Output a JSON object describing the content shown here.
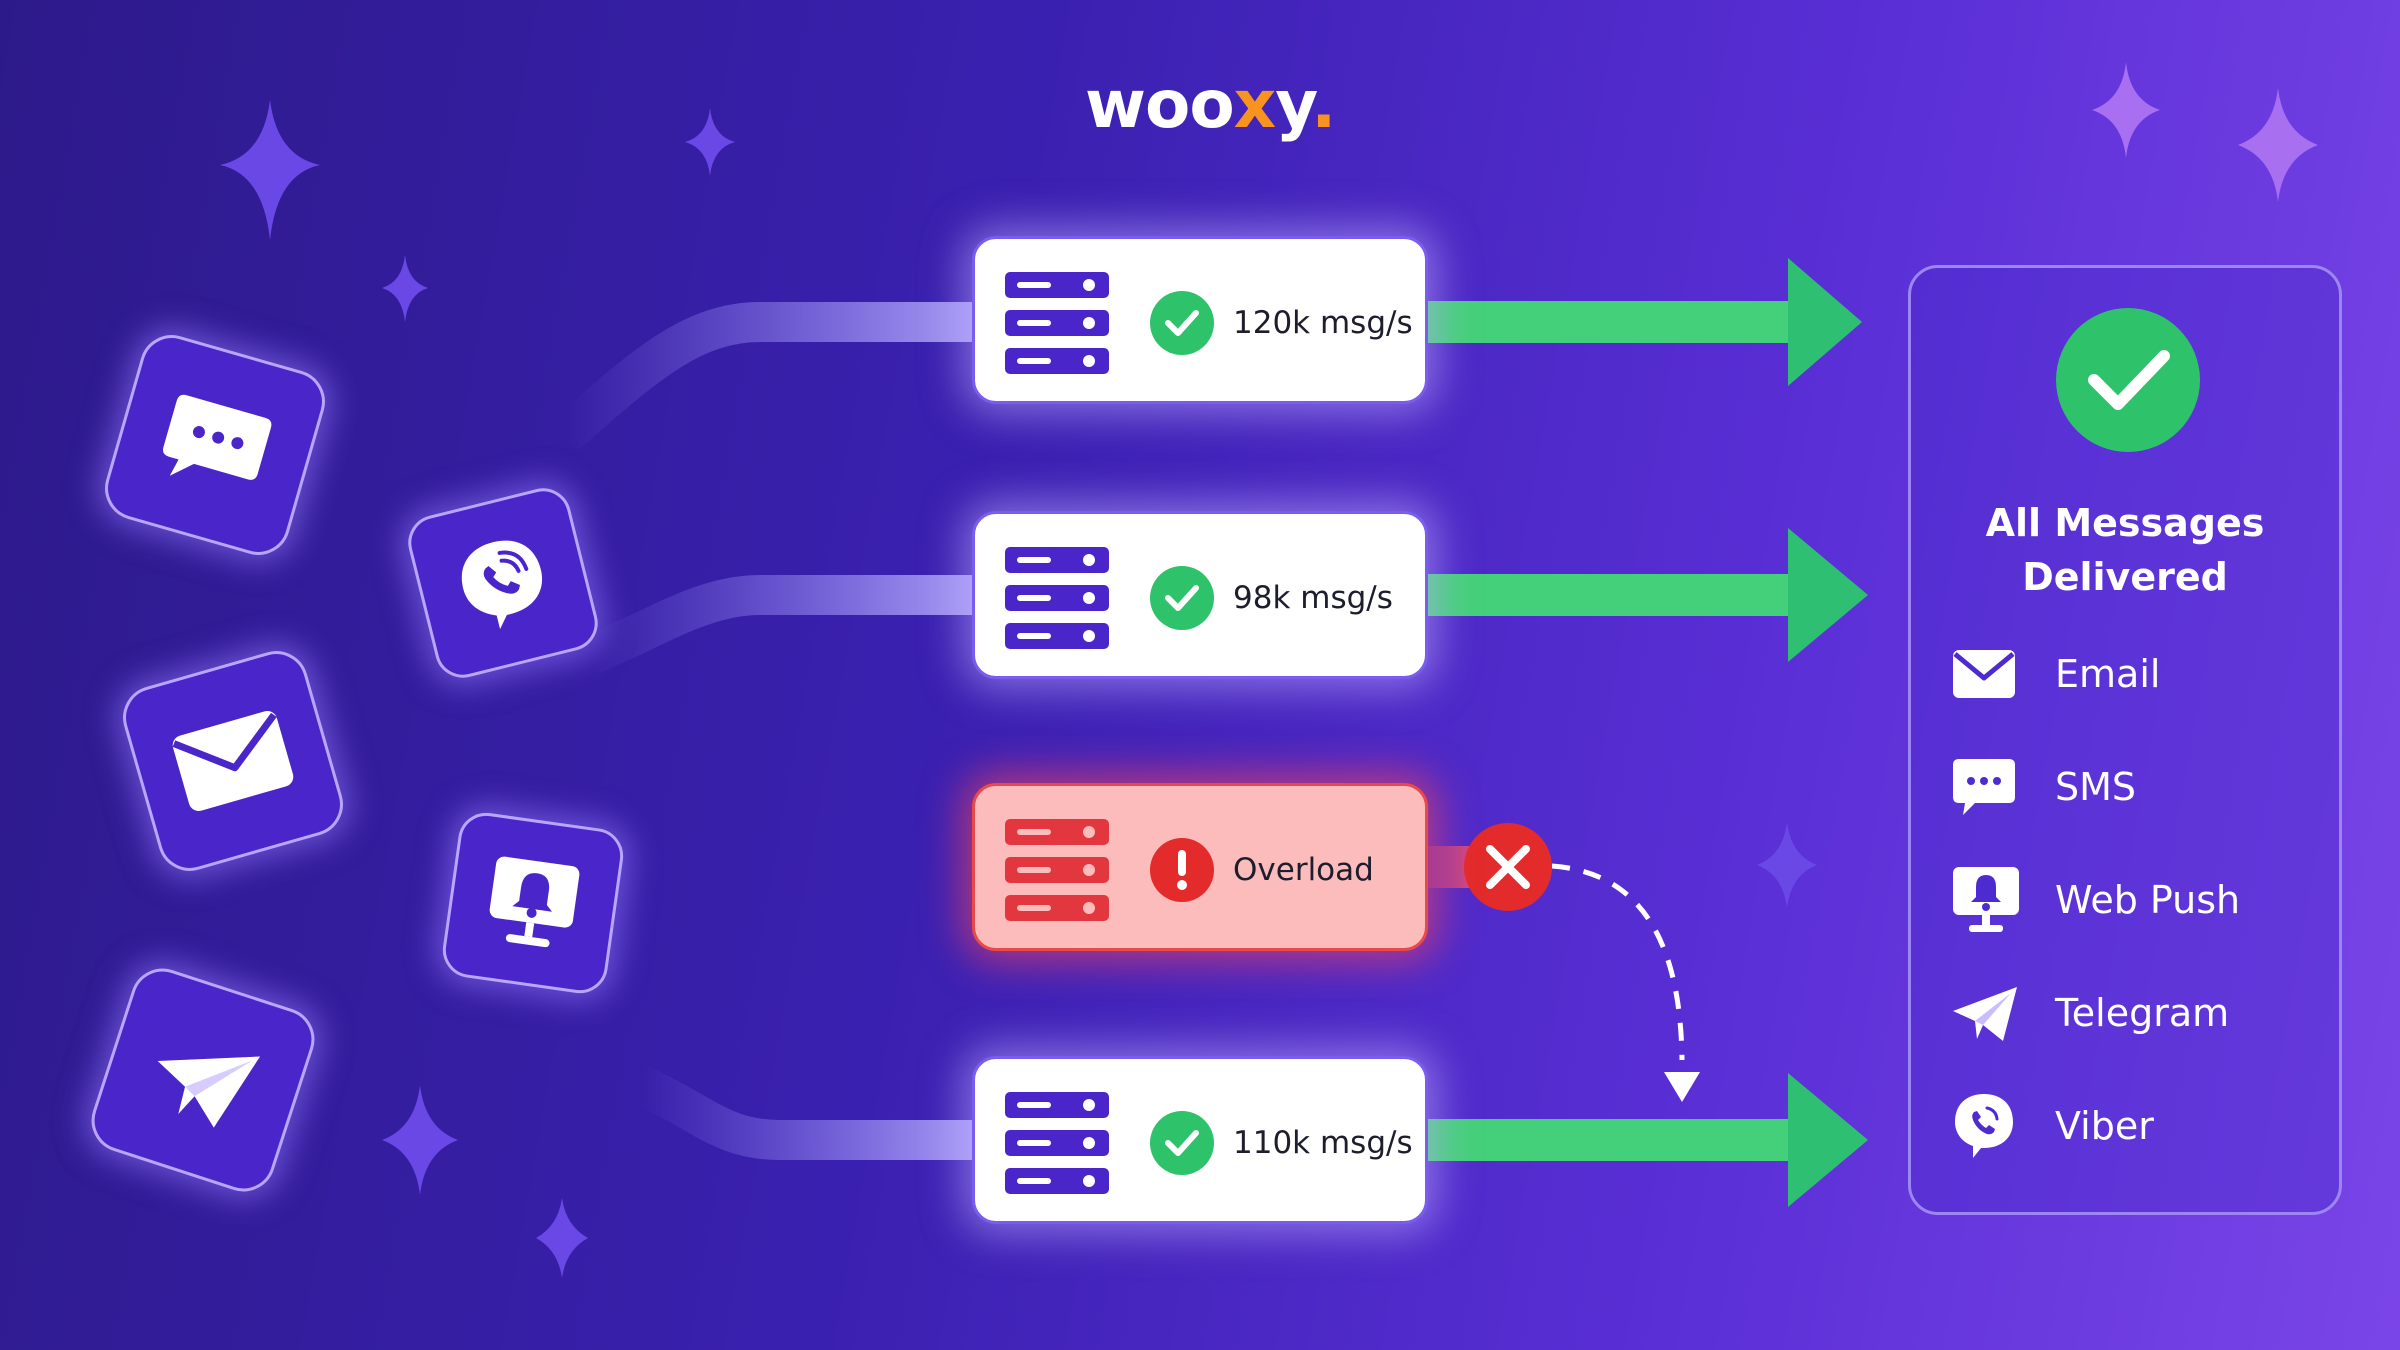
{
  "logo": {
    "text_a": "woo",
    "text_x": "x",
    "text_b": "y",
    "text_dot": ".",
    "accent_color": "#f7931e"
  },
  "colors": {
    "ok": "#2ec26a",
    "error": "#e32b2b",
    "arrow": "#44d07a",
    "panel_border": "#9b86f2"
  },
  "servers": [
    {
      "status": "ok",
      "status_icon": "check-icon",
      "rate": "120k msg/s"
    },
    {
      "status": "ok",
      "status_icon": "check-icon",
      "rate": "98k msg/s"
    },
    {
      "status": "overload",
      "status_icon": "exclamation-icon",
      "rate": "Overload"
    },
    {
      "status": "ok",
      "status_icon": "check-icon",
      "rate": "110k msg/s"
    }
  ],
  "failure_marker_icon": "x-icon",
  "delivered_panel": {
    "status_icon": "check-icon",
    "title_line1": "All Messages",
    "title_line2": "Delivered",
    "channels": [
      {
        "icon": "envelope-icon",
        "label": "Email"
      },
      {
        "icon": "chat-bubble-icon",
        "label": "SMS"
      },
      {
        "icon": "web-push-icon",
        "label": "Web Push"
      },
      {
        "icon": "paper-plane-icon",
        "label": "Telegram"
      },
      {
        "icon": "viber-icon",
        "label": "Viber"
      }
    ]
  },
  "source_channels": [
    {
      "icon": "chat-bubble-icon"
    },
    {
      "icon": "viber-icon"
    },
    {
      "icon": "envelope-icon"
    },
    {
      "icon": "web-push-icon"
    },
    {
      "icon": "paper-plane-icon"
    }
  ]
}
